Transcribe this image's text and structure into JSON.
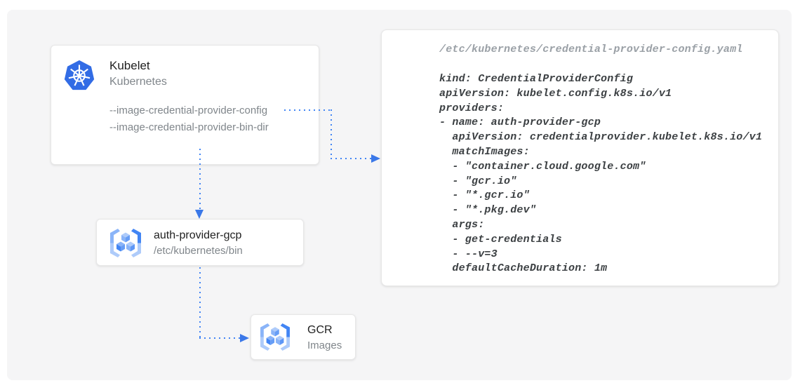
{
  "colors": {
    "canvas_bg": "#f5f5f6",
    "accent_blue": "#4285f4",
    "kubernetes_blue": "#326ce5",
    "code_text": "#3c4043",
    "code_filename_text": "#9aa0a6",
    "muted_text": "#80868b"
  },
  "nodes": {
    "kubelet": {
      "title": "Kubelet",
      "subtitle": "Kubernetes",
      "icon": "kubernetes-logo",
      "flags": [
        "--image-credential-provider-config",
        "--image-credential-provider-bin-dir"
      ]
    },
    "auth_provider": {
      "title": "auth-provider-gcp",
      "subtitle": "/etc/kubernetes/bin",
      "icon": "gcr-registry"
    },
    "gcr": {
      "title": "GCR",
      "subtitle": "Images",
      "icon": "gcr-registry"
    }
  },
  "code_panel": {
    "filename": "/etc/kubernetes/credential-provider-config.yaml",
    "lines": [
      "kind: CredentialProviderConfig",
      "apiVersion: kubelet.config.k8s.io/v1",
      "providers:",
      "- name: auth-provider-gcp",
      "  apiVersion: credentialprovider.kubelet.k8s.io/v1",
      "  matchImages:",
      "  - \"container.cloud.google.com\"",
      "  - \"gcr.io\"",
      "  - \"*.gcr.io\"",
      "  - \"*.pkg.dev\"",
      "  args:",
      "  - get-credentials",
      "  - --v=3",
      "  defaultCacheDuration: 1m"
    ]
  },
  "connections": {
    "kubelet_config_to_yaml": "dotted-arrow",
    "kubelet_to_auth_provider": "dotted-arrow",
    "auth_provider_to_gcr": "dotted-arrow"
  }
}
